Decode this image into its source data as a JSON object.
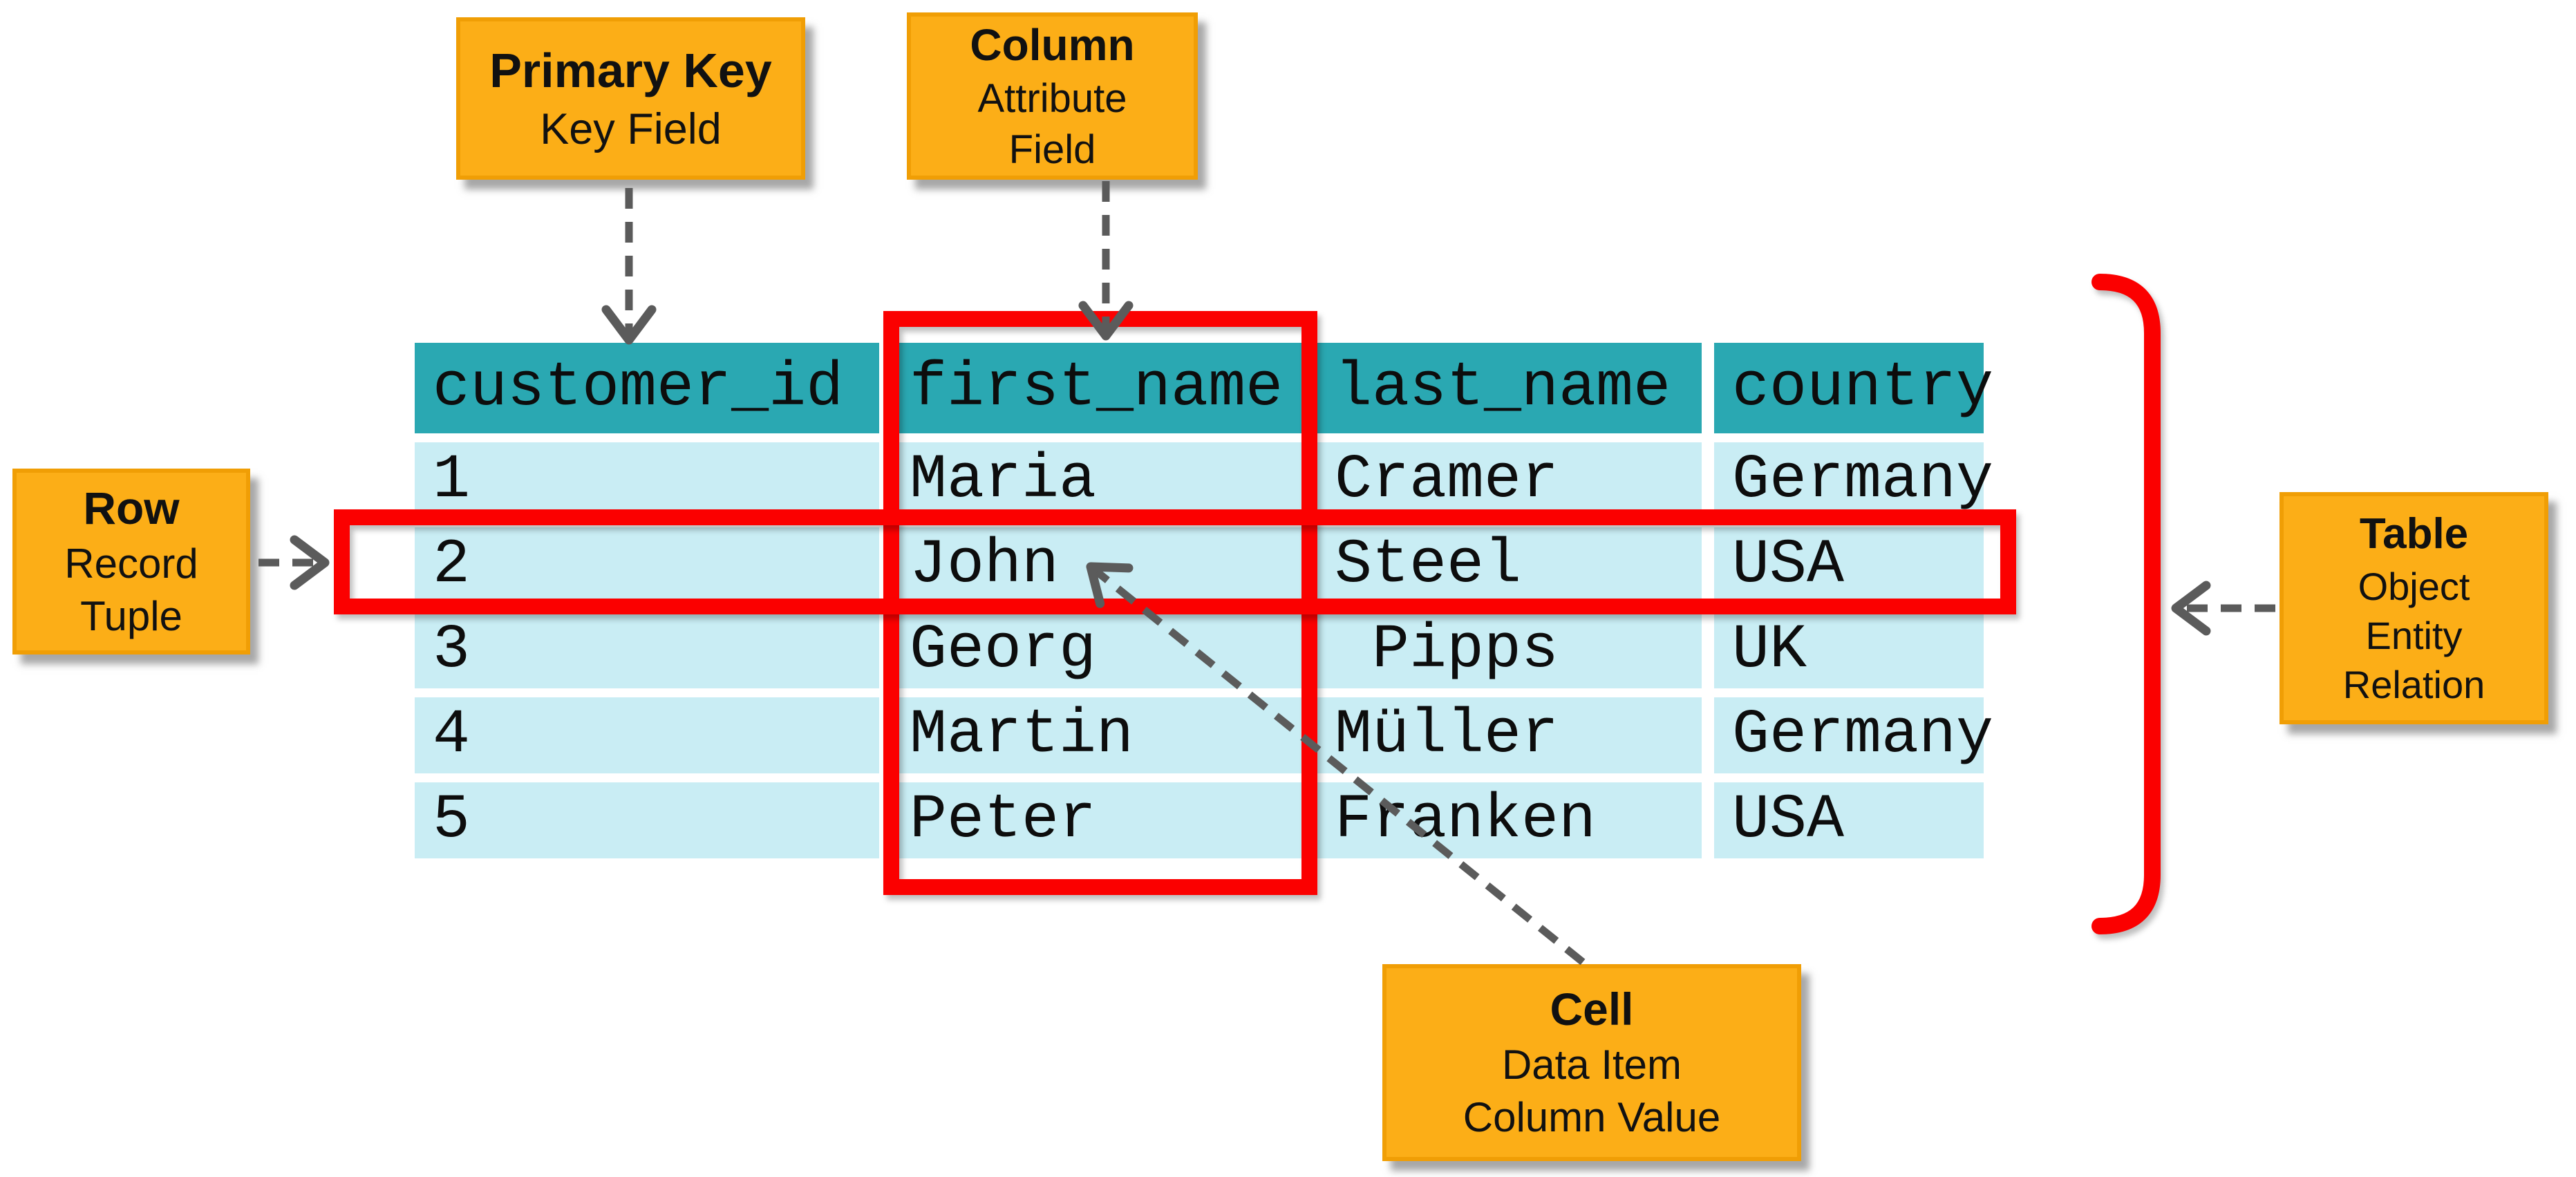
{
  "callouts": {
    "primary_key": {
      "title": "Primary Key",
      "lines": [
        "Key Field"
      ]
    },
    "column": {
      "title": "Column",
      "lines": [
        "Attribute",
        "Field"
      ]
    },
    "row": {
      "title": "Row",
      "lines": [
        "Record",
        "Tuple"
      ]
    },
    "table": {
      "title": "Table",
      "lines": [
        "Object",
        "Entity",
        "Relation"
      ]
    },
    "cell": {
      "title": "Cell",
      "lines": [
        "Data Item",
        "Column Value"
      ]
    }
  },
  "table": {
    "columns": [
      "customer_id",
      "first_name",
      "last_name",
      "country"
    ],
    "rows": [
      [
        "1",
        "Maria",
        "Cramer",
        "Germany"
      ],
      [
        "2",
        "John",
        "Steel",
        "USA"
      ],
      [
        "3",
        "Georg",
        " Pipps",
        "UK"
      ],
      [
        "4",
        "Martin",
        "Müller",
        "Germany"
      ],
      [
        "5",
        "Peter",
        "Franken",
        "USA"
      ]
    ],
    "highlighted_column": "first_name",
    "highlighted_row": "2",
    "highlighted_cell": "John"
  },
  "colors": {
    "header_bg": "#2AA8B2",
    "row_bg": "#C9EDF4",
    "callout_bg": "#FCAE17",
    "callout_border": "#F09E05",
    "highlight": "#FB0000",
    "arrow": "#5B5B5B"
  }
}
